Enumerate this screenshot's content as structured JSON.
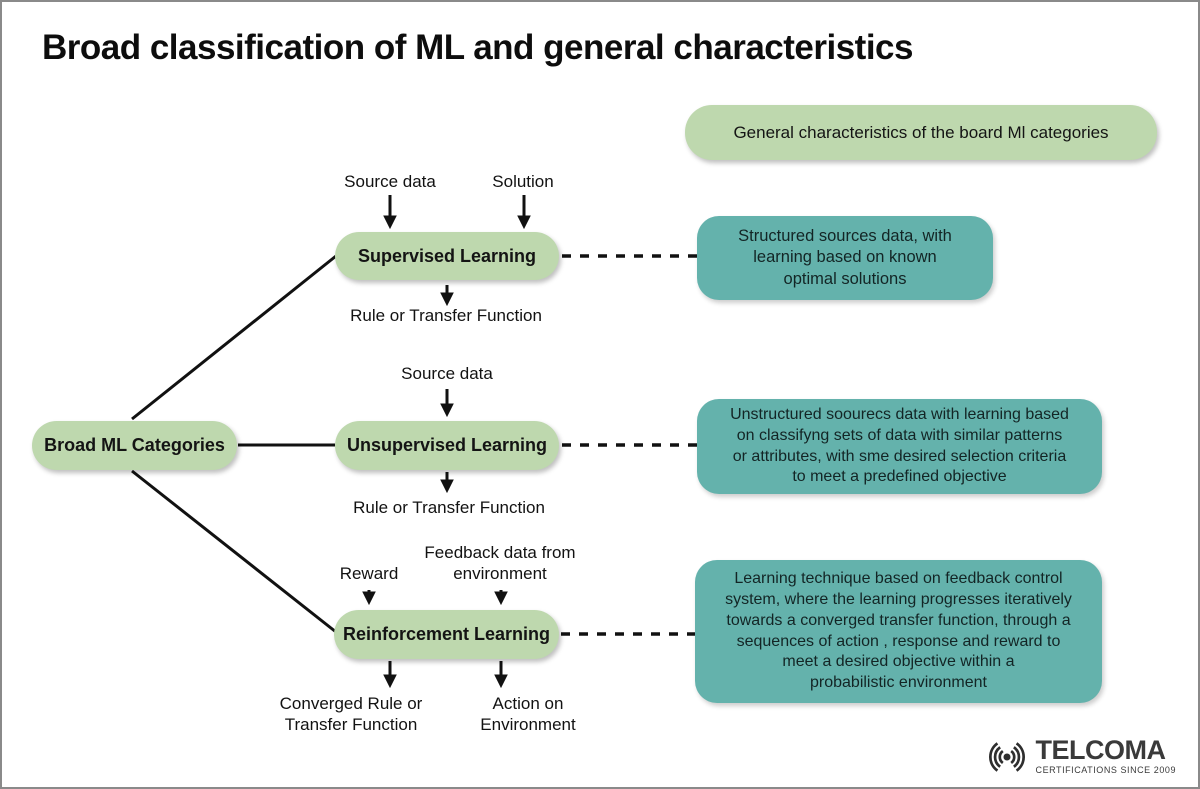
{
  "title": "Broad classification of ML and general characteristics",
  "header_box": "General characteristics of the board Ml categories",
  "root": "Broad ML Categories",
  "nodes": {
    "supervised": {
      "label": "Supervised Learning",
      "input1": "Source data",
      "input2": "Solution",
      "output": "Rule or Transfer Function",
      "characteristics": "Structured sources data, with\nlearning based on known\noptimal solutions"
    },
    "unsupervised": {
      "label": "Unsupervised Learning",
      "input1": "Source data",
      "output": "Rule or Transfer Function",
      "characteristics": "Unstructured soourecs data with learning based\non classifyng sets of data with similar patterns\nor attributes, with sme desired selection criteria\nto meet a predefined objective"
    },
    "reinforcement": {
      "label": "Reinforcement Learning",
      "input1": "Reward",
      "input2": "Feedback data from\nenvironment",
      "output1": "Converged Rule or\nTransfer Function",
      "output2": "Action on\nEnvironment",
      "characteristics": "Learning technique based on feedback control\nsystem, where the learning progresses iteratively\ntowards a converged transfer function, through a\nsequences of action , response and reward to\nmeet a desired objective within a\nprobabilistic environment"
    }
  },
  "colors": {
    "pill_green": "#bed8ae",
    "box_teal": "#64b2ac",
    "line_black": "#111111"
  },
  "logo": {
    "brand": "TELCOMA",
    "tagline": "CERTIFICATIONS SINCE 2009"
  }
}
